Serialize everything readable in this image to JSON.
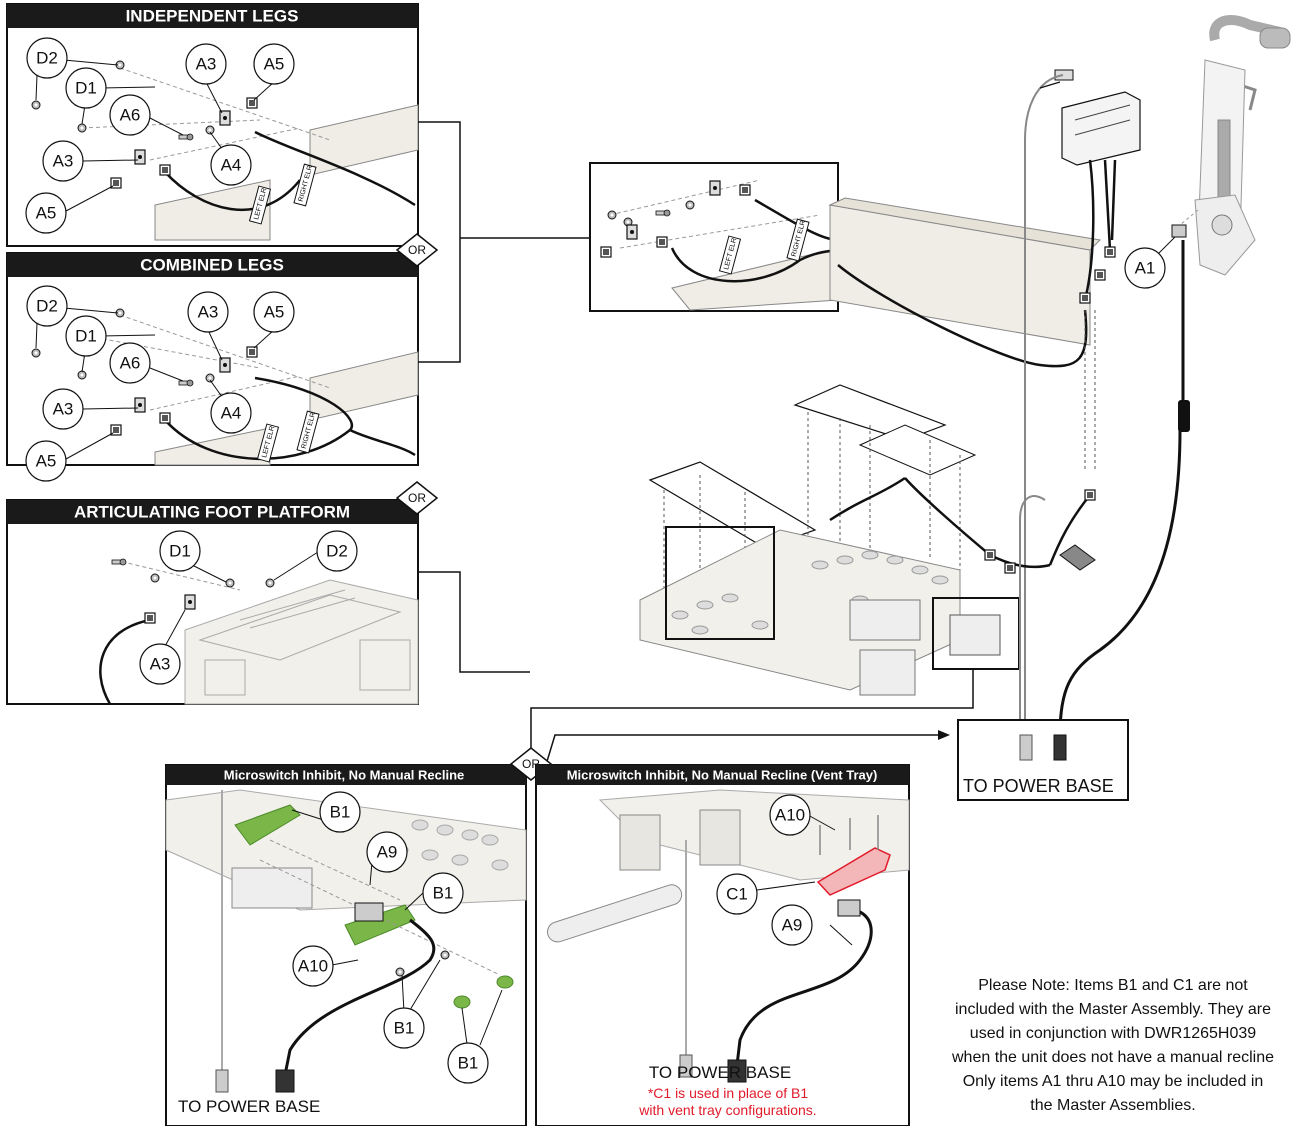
{
  "panels": {
    "independent_legs": {
      "title": "INDEPENDENT LEGS"
    },
    "combined_legs": {
      "title": "COMBINED LEGS"
    },
    "articulating": {
      "title": "ARTICULATING FOOT PLATFORM"
    },
    "inhibit": {
      "title": "Microswitch Inhibit, No Manual Recline"
    },
    "inhibit_vent": {
      "title": "Microswitch Inhibit, No Manual Recline (Vent Tray)"
    }
  },
  "part_labels": {
    "D1": "D1",
    "D2": "D2",
    "A1": "A1",
    "A3": "A3",
    "A4": "A4",
    "A5": "A5",
    "A6": "A6",
    "A9": "A9",
    "A10": "A10",
    "B1": "B1",
    "C1": "C1"
  },
  "wire_tags": {
    "left": "LEFT ELR",
    "right": "RIGHT ELR"
  },
  "or_label": "OR",
  "to_power_base": "TO POWER BASE",
  "c1_note": [
    "*C1 is used in place of B1",
    "with vent tray configurations."
  ],
  "note": [
    "Please Note: Items B1 and C1 are not",
    "included with the Master Assembly. They are",
    "used in conjunction with DWR1265H039",
    "when the unit does not have a manual recline",
    "Only items A1 thru A10 may be included in",
    "the Master Assemblies."
  ],
  "colors": {
    "accent_green": "#7ab648",
    "accent_red": "#e11b2a",
    "header_bg": "#1a1a1a"
  }
}
